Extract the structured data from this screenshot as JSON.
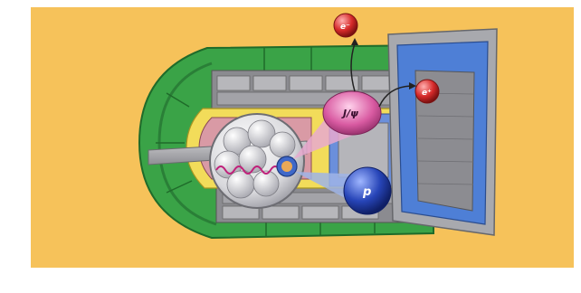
{
  "figure": {
    "background_color": "#f6c25a",
    "labels": {
      "jpsi": "J/ψ",
      "electron_top": "e⁻",
      "electron_right": "e⁺",
      "proton": "p"
    },
    "colors": {
      "outer_yoke": "#3aa347",
      "calorimeter_yellow": "#f2dc5a",
      "muon_detector": "#4e7fd6",
      "jpsi_blob": "#d95ba2",
      "proton_ball": "#2745b8",
      "electron_ball": "#d62a2a",
      "target_sphere": "#e8e8ea"
    }
  }
}
